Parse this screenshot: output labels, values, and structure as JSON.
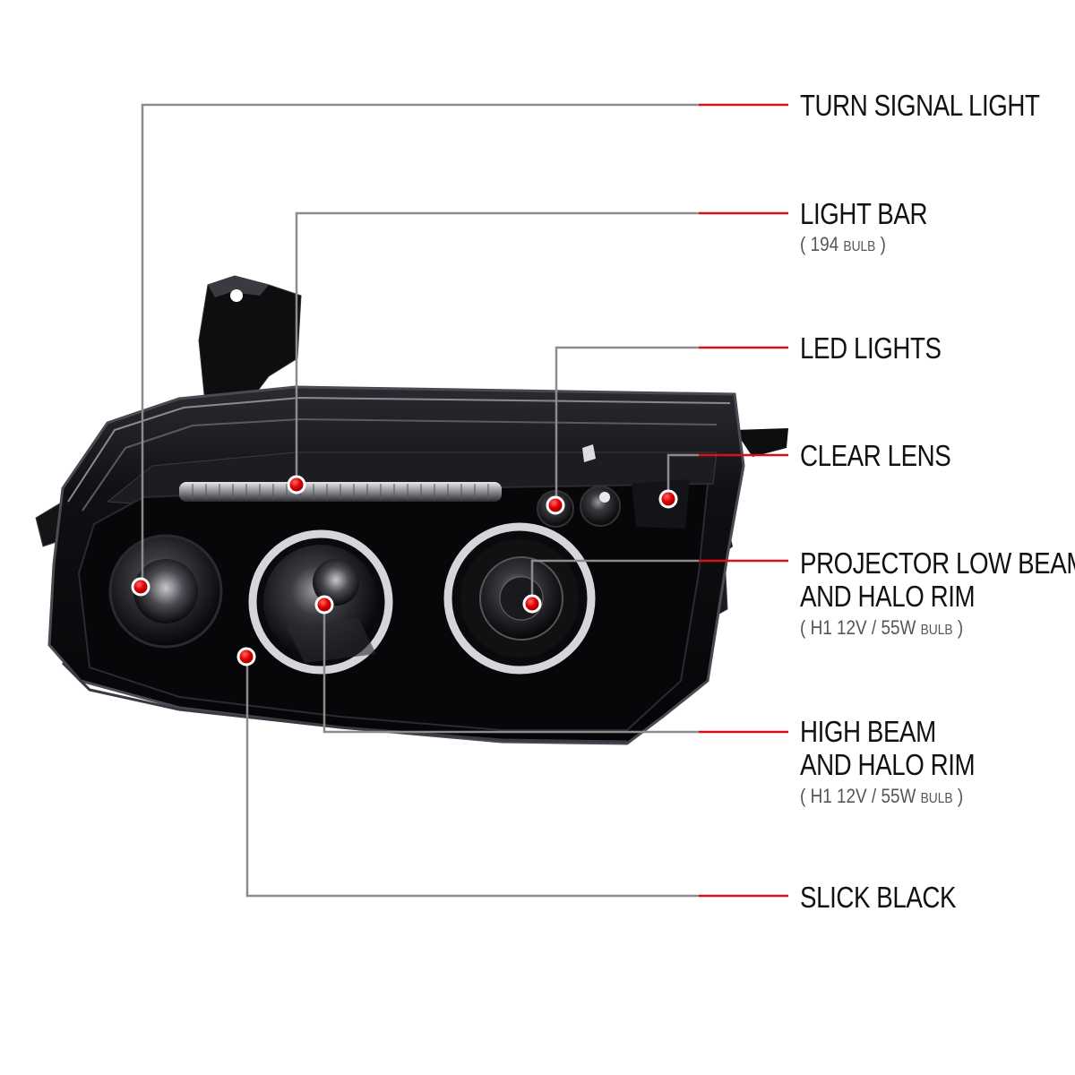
{
  "callouts": [
    {
      "label": "TURN SIGNAL LIGHT"
    },
    {
      "label": "LIGHT BAR",
      "note": {
        "open": "(",
        "value": "194",
        "unit": "BULB",
        "close": ")"
      }
    },
    {
      "label": "LED LIGHTS"
    },
    {
      "label": "CLEAR LENS"
    },
    {
      "label_lines": [
        "PROJECTOR LOW BEAM",
        "AND HALO RIM"
      ],
      "note": {
        "open": "(",
        "value": "H1  12V / 55W",
        "unit": "BULB",
        "close": ")"
      }
    },
    {
      "label_lines": [
        "HIGH BEAM",
        "AND HALO RIM"
      ],
      "note": {
        "open": "(",
        "value": "H1  12V / 55W",
        "unit": "BULB",
        "close": ")"
      }
    },
    {
      "label": "SLICK BLACK"
    }
  ],
  "colors": {
    "leader_line": "#8c8c8c",
    "accent_red": "#d8101a",
    "marker_dot": "#e00000",
    "housing": "#0c0c0e",
    "text": "#111111",
    "subtext": "#555555"
  }
}
